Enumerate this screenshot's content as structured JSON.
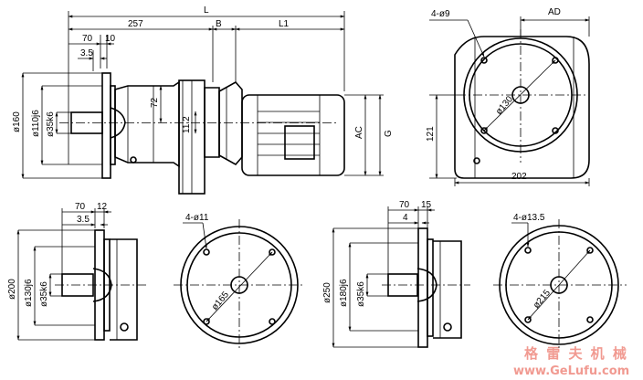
{
  "main_view": {
    "L": "L",
    "d257": "257",
    "B": "B",
    "L1": "L1",
    "d70": "70",
    "d10": "10",
    "d3_5": "3.5",
    "phi160": "ø160",
    "phi110j6": "ø110j6",
    "phi35k6": "ø35k6",
    "d72": "72",
    "d11_2": "11.2",
    "AC": "AC",
    "G": "G"
  },
  "end_view": {
    "holes": "4-ø9",
    "AD": "AD",
    "phi130": "ø130",
    "d121": "121",
    "d202": "202"
  },
  "flange_200": {
    "d70": "70",
    "d12": "12",
    "d3_5": "3.5",
    "phi200": "ø200",
    "phi130j6": "ø130j6",
    "phi35k6": "ø35k6"
  },
  "face_165": {
    "holes": "4-ø11",
    "phi165": "ø165"
  },
  "flange_250": {
    "d70": "70",
    "d15": "15",
    "d4": "4",
    "phi250": "ø250",
    "phi180j6": "ø180j6",
    "phi35k6": "ø35k6"
  },
  "face_215": {
    "holes": "4-ø13.5",
    "phi215": "ø215"
  },
  "watermark": {
    "cn": "格 雷 夫 机 械",
    "url": "www.GeLufu.com"
  }
}
